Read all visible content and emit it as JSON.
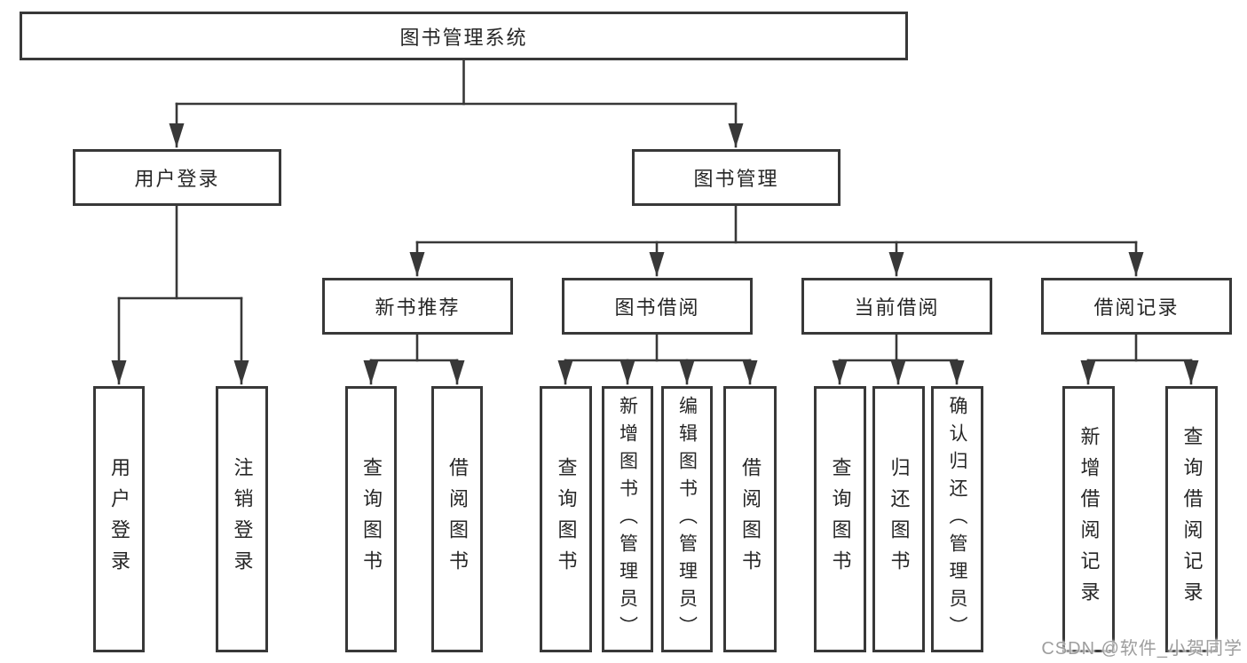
{
  "diagram": {
    "root": "图书管理系统",
    "level2": [
      "用户登录",
      "图书管理"
    ],
    "level3": [
      "新书推荐",
      "图书借阅",
      "当前借阅",
      "借阅记录"
    ],
    "leaves": {
      "user_login": [
        "用户登录",
        "注销登录"
      ],
      "new_books": [
        "查询图书",
        "借阅图书"
      ],
      "book_borrow": [
        "查询图书",
        "新增图书（管理员）",
        "编辑图书（管理员）",
        "借阅图书"
      ],
      "current_borrow": [
        "查询图书",
        "归还图书",
        "确认归还（管理员）"
      ],
      "borrow_records": [
        "新增借阅记录",
        "查询借阅记录"
      ]
    }
  },
  "watermark": "CSDN @软件_小贺同学",
  "colors": {
    "line": "#383838",
    "ink": "#262626",
    "background": "#ffffff",
    "watermark": "#9e9e9e"
  }
}
